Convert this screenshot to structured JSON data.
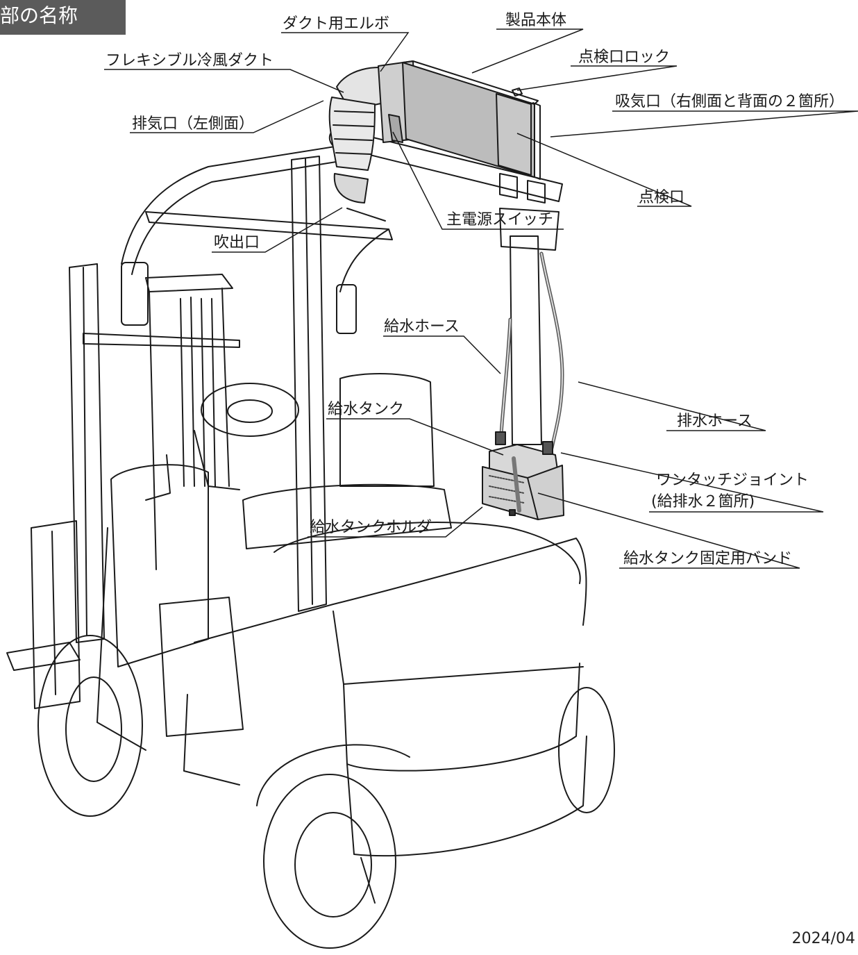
{
  "header": {
    "title": "部の名称"
  },
  "footer": {
    "date": "2024/04"
  },
  "labels": {
    "duct_elbow": "ダクト用エルボ",
    "main_body": "製品本体",
    "inspection_lock": "点検口ロック",
    "flex_duct": "フレキシブル冷風ダクト",
    "air_intake": "吸気口（右側面と背面の２箇所）",
    "exhaust": "排気口（左側面）",
    "inspection_port": "点検口",
    "main_switch": "主電源スイッチ",
    "air_outlet": "吹出口",
    "supply_hose": "給水ホース",
    "drain_hose": "排水ホース",
    "water_tank": "給水タンク",
    "one_touch_joint": "ワンタッチジョイント",
    "one_touch_joint_note": "(給排水２箇所)",
    "tank_holder": "給水タンクホルダ",
    "tank_band": "給水タンク固定用バンド"
  },
  "colors": {
    "header_bg": "#5b5b5b",
    "unit_body": "#bcbcbc",
    "tank_holder": "#d0d0d0",
    "line": "#1a1a1a"
  }
}
